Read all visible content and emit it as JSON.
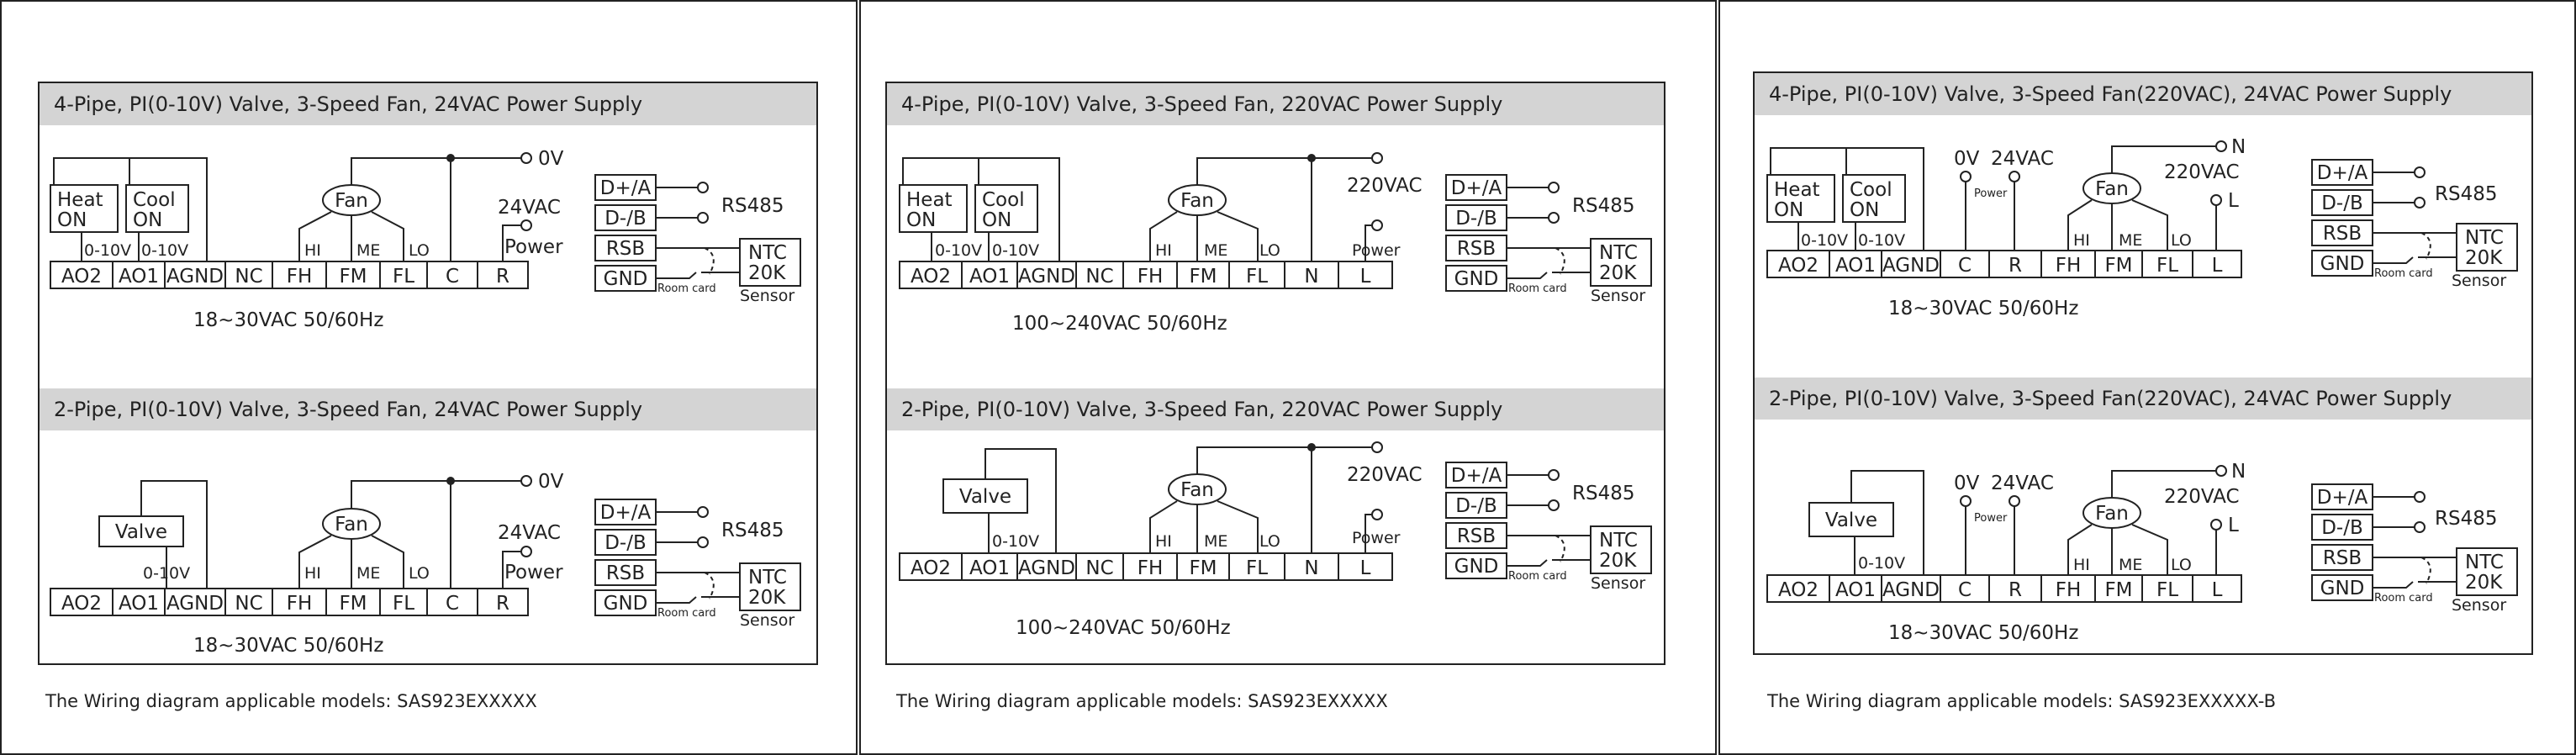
{
  "panels": [
    {
      "caption": "The Wiring diagram applicable models: SAS923EXXXXX",
      "sections": [
        {
          "title": "4-Pipe, PI(0-10V) Valve, 3-Speed Fan, 24VAC Power Supply",
          "terminals": [
            "AO2",
            "AO1",
            "AGND",
            "NC",
            "FH",
            "FM",
            "FL",
            "C",
            "R"
          ],
          "supply_label": "18~30VAC 50/60Hz",
          "valve_boxes": [
            [
              "Heat",
              "ON"
            ],
            [
              "Cool",
              "ON"
            ]
          ],
          "signal_labels": [
            "0-10V",
            "0-10V"
          ],
          "fan": "Fan",
          "speed_labels": [
            "HI",
            "ME",
            "LO"
          ],
          "top_label": "0V",
          "power_labels": [
            "24VAC",
            "Power"
          ],
          "comm": [
            "D+/A",
            "D-/B",
            "RSB",
            "GND"
          ],
          "rs485": "RS485",
          "room_card": "Room card",
          "ntc": [
            "NTC",
            "20K"
          ],
          "sensor": "Sensor"
        },
        {
          "title": "2-Pipe, PI(0-10V) Valve, 3-Speed Fan, 24VAC Power Supply",
          "terminals": [
            "AO2",
            "AO1",
            "AGND",
            "NC",
            "FH",
            "FM",
            "FL",
            "C",
            "R"
          ],
          "supply_label": "18~30VAC 50/60Hz",
          "valve_boxes": [
            [
              "Valve"
            ]
          ],
          "signal_labels": [
            "0-10V"
          ],
          "fan": "Fan",
          "speed_labels": [
            "HI",
            "ME",
            "LO"
          ],
          "top_label": "0V",
          "power_labels": [
            "24VAC",
            "Power"
          ],
          "comm": [
            "D+/A",
            "D-/B",
            "RSB",
            "GND"
          ],
          "rs485": "RS485",
          "room_card": "Room card",
          "ntc": [
            "NTC",
            "20K"
          ],
          "sensor": "Sensor"
        }
      ]
    },
    {
      "caption": "The Wiring diagram applicable models: SAS923EXXXXX",
      "sections": [
        {
          "title": "4-Pipe, PI(0-10V) Valve, 3-Speed Fan, 220VAC Power Supply",
          "terminals": [
            "AO2",
            "AO1",
            "AGND",
            "NC",
            "FH",
            "FM",
            "FL",
            "N",
            "L"
          ],
          "supply_label": "100~240VAC 50/60Hz",
          "valve_boxes": [
            [
              "Heat",
              "ON"
            ],
            [
              "Cool",
              "ON"
            ]
          ],
          "signal_labels": [
            "0-10V",
            "0-10V"
          ],
          "fan": "Fan",
          "speed_labels": [
            "HI",
            "ME",
            "LO"
          ],
          "power_labels": [
            "220VAC",
            "Power"
          ],
          "comm": [
            "D+/A",
            "D-/B",
            "RSB",
            "GND"
          ],
          "rs485": "RS485",
          "room_card": "Room card",
          "ntc": [
            "NTC",
            "20K"
          ],
          "sensor": "Sensor"
        },
        {
          "title": "2-Pipe, PI(0-10V) Valve, 3-Speed Fan, 220VAC Power Supply",
          "terminals": [
            "AO2",
            "AO1",
            "AGND",
            "NC",
            "FH",
            "FM",
            "FL",
            "N",
            "L"
          ],
          "supply_label": "100~240VAC 50/60Hz",
          "valve_boxes": [
            [
              "Valve"
            ]
          ],
          "signal_labels": [
            "0-10V"
          ],
          "fan": "Fan",
          "speed_labels": [
            "HI",
            "ME",
            "LO"
          ],
          "power_labels": [
            "220VAC",
            "Power"
          ],
          "comm": [
            "D+/A",
            "D-/B",
            "RSB",
            "GND"
          ],
          "rs485": "RS485",
          "room_card": "Room card",
          "ntc": [
            "NTC",
            "20K"
          ],
          "sensor": "Sensor"
        }
      ]
    },
    {
      "caption": "The Wiring diagram applicable models: SAS923EXXXXX-B",
      "sections": [
        {
          "title": "4-Pipe, PI(0-10V) Valve, 3-Speed Fan(220VAC), 24VAC Power Supply",
          "terminals": [
            "AO2",
            "AO1",
            "AGND",
            "C",
            "R",
            "FH",
            "FM",
            "FL",
            "L"
          ],
          "supply_label": "18~30VAC 50/60Hz",
          "valve_boxes": [
            [
              "Heat",
              "ON"
            ],
            [
              "Cool",
              "ON"
            ]
          ],
          "signal_labels": [
            "0-10V",
            "0-10V"
          ],
          "fan": "Fan",
          "speed_labels": [
            "HI",
            "ME",
            "LO"
          ],
          "low_volt": [
            "0V",
            "24VAC",
            "Power"
          ],
          "mains": [
            "N",
            "220VAC",
            "L"
          ],
          "comm": [
            "D+/A",
            "D-/B",
            "RSB",
            "GND"
          ],
          "rs485": "RS485",
          "room_card": "Room card",
          "ntc": [
            "NTC",
            "20K"
          ],
          "sensor": "Sensor"
        },
        {
          "title": "2-Pipe, PI(0-10V) Valve, 3-Speed Fan(220VAC), 24VAC Power Supply",
          "terminals": [
            "AO2",
            "AO1",
            "AGND",
            "C",
            "R",
            "FH",
            "FM",
            "FL",
            "L"
          ],
          "supply_label": "18~30VAC 50/60Hz",
          "valve_boxes": [
            [
              "Valve"
            ]
          ],
          "signal_labels": [
            "0-10V"
          ],
          "fan": "Fan",
          "speed_labels": [
            "HI",
            "ME",
            "LO"
          ],
          "low_volt": [
            "0V",
            "24VAC",
            "Power"
          ],
          "mains": [
            "N",
            "220VAC",
            "L"
          ],
          "comm": [
            "D+/A",
            "D-/B",
            "RSB",
            "GND"
          ],
          "rs485": "RS485",
          "room_card": "Room card",
          "ntc": [
            "NTC",
            "20K"
          ],
          "sensor": "Sensor"
        }
      ]
    }
  ]
}
